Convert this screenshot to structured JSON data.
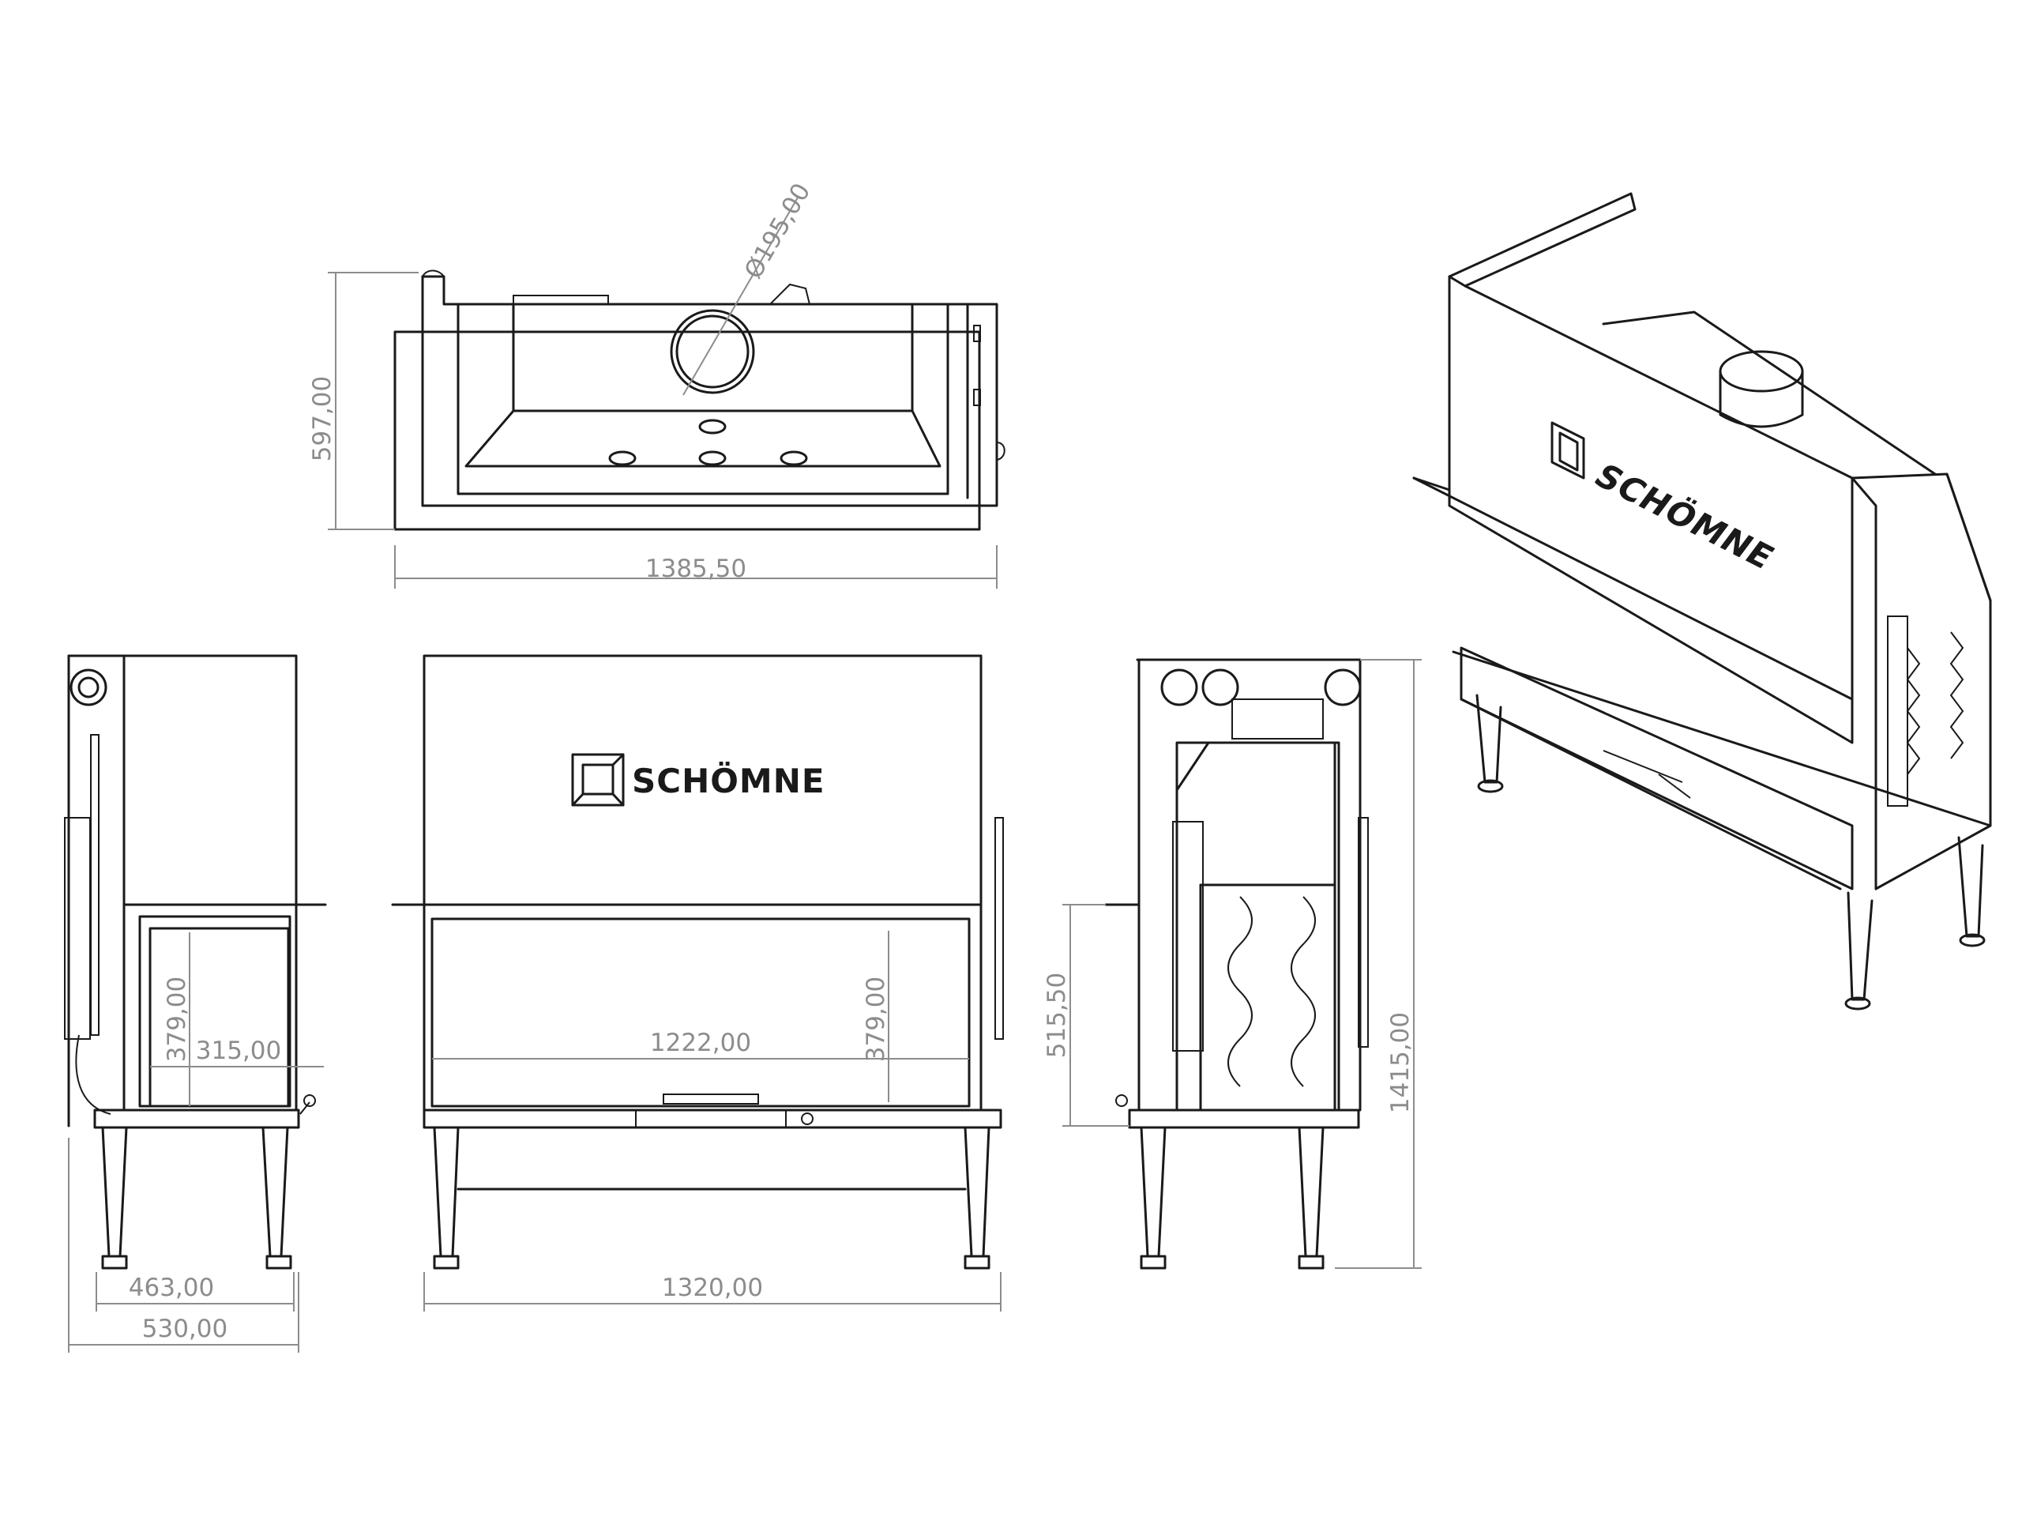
{
  "brand": "SCHÖMNE",
  "dimensions": {
    "top_width": "1385,50",
    "top_depth": "597,00",
    "flue_diameter": "Ø195,00",
    "side_opening_height": "379,00",
    "side_opening_width": "315,00",
    "front_opening_height": "379,00",
    "front_opening_width": "1222,00",
    "side_depth_1": "463,00",
    "side_depth_2": "530,00",
    "front_width": "1320,00",
    "right_door_height": "515,50",
    "overall_height": "1415,00"
  }
}
